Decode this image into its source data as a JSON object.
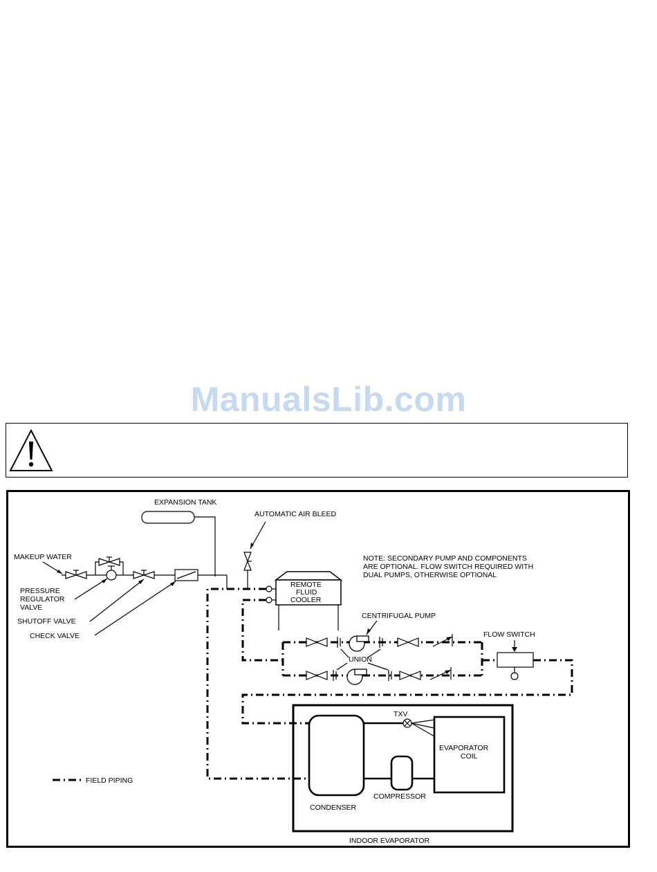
{
  "watermark": "ManualsLib.com",
  "warning": {
    "icon": "warning-triangle-icon"
  },
  "diagram": {
    "labels": {
      "expansion_tank": "EXPANSION TANK",
      "automatic_air_bleed": "AUTOMATIC AIR BLEED",
      "makeup_water": "MAKEUP WATER",
      "pressure_regulator_1": "PRESSURE",
      "pressure_regulator_2": "REGULATOR",
      "pressure_regulator_3": "VALVE",
      "shutoff_valve": "SHUTOFF VALVE",
      "check_valve": "CHECK VALVE",
      "remote_fluid_cooler_1": "REMOTE",
      "remote_fluid_cooler_2": "FLUID",
      "remote_fluid_cooler_3": "COOLER",
      "note_1": "NOTE:  SECONDARY PUMP AND COMPONENTS",
      "note_2": "ARE OPTIONAL.  FLOW SWITCH REQUIRED WITH",
      "note_3": "DUAL PUMPS, OTHERWISE OPTIONAL",
      "centrifugal_pump": "CENTRIFUGAL PUMP",
      "union": "UNION",
      "flow_switch": "FLOW SWITCH",
      "txv": "TXV",
      "evaporator_coil_1": "EVAPORATOR",
      "evaporator_coil_2": "COIL",
      "condenser": "CONDENSER",
      "compressor": "COMPRESSOR",
      "indoor_evaporator": "INDOOR EVAPORATOR",
      "field_piping": "FIELD PIPING"
    }
  }
}
